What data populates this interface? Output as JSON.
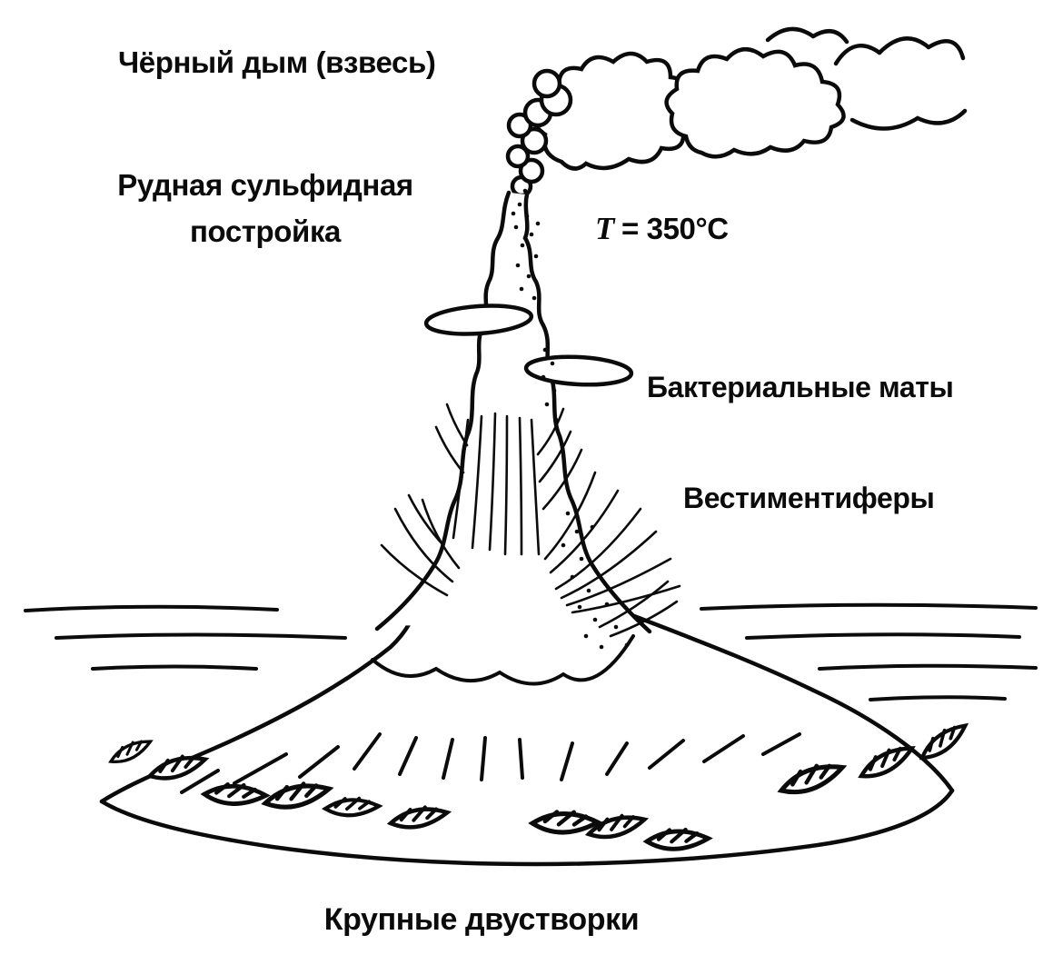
{
  "labels": {
    "black_smoke": "Чёрный дым (взвесь)",
    "sulfide_structure": {
      "line1": "Рудная сульфидная",
      "line2": "постройка"
    },
    "temperature": {
      "symbol": "T",
      "value": "= 350°C"
    },
    "bacterial_mats": "Бактериальные маты",
    "vestimentifera": "Вестиментиферы",
    "bivalves": "Крупные двустворки"
  },
  "colors": {
    "ink": "#0b0b0b",
    "background": "#ffffff"
  }
}
